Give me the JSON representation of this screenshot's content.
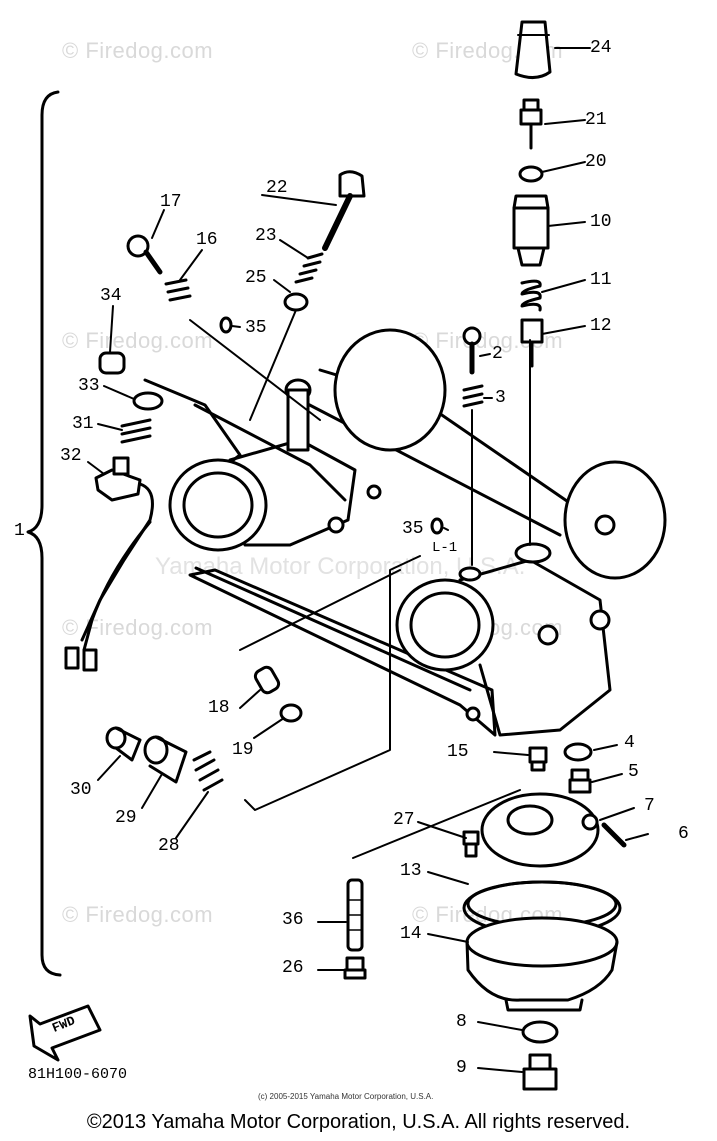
{
  "watermarks": [
    "© Firedog.com",
    "© Firedog.com",
    "© Firedog.com",
    "© Firedog.com",
    "© Firedog.com",
    "© Firedog.com",
    "© Firedog.com",
    "© Firedog.com"
  ],
  "center_watermark": "Yamaha Motor Corporation, U.S.A.",
  "callouts": {
    "c1": "1",
    "c2": "2",
    "c3": "3",
    "c4": "4",
    "c5": "5",
    "c6": "6",
    "c7": "7",
    "c8": "8",
    "c9": "9",
    "c10": "10",
    "c11": "11",
    "c12": "12",
    "c13": "13",
    "c14": "14",
    "c15": "15",
    "c16": "16",
    "c17": "17",
    "c18": "18",
    "c19": "19",
    "c20": "20",
    "c21": "21",
    "c22": "22",
    "c23": "23",
    "c24": "24",
    "c25": "25",
    "c26": "26",
    "c27": "27",
    "c28": "28",
    "c29": "29",
    "c30": "30",
    "c31": "31",
    "c32": "32",
    "c33": "33",
    "c34": "34",
    "c35a": "35",
    "c35b": "35",
    "c36": "36",
    "cL1": "L-1"
  },
  "fwd_label": "FWD",
  "part_code": "81H100-6070",
  "fine_print": "(c) 2005-2015 Yamaha Motor Corporation, U.S.A.",
  "footer": "©2013 Yamaha Motor Corporation, U.S.A. All rights reserved."
}
